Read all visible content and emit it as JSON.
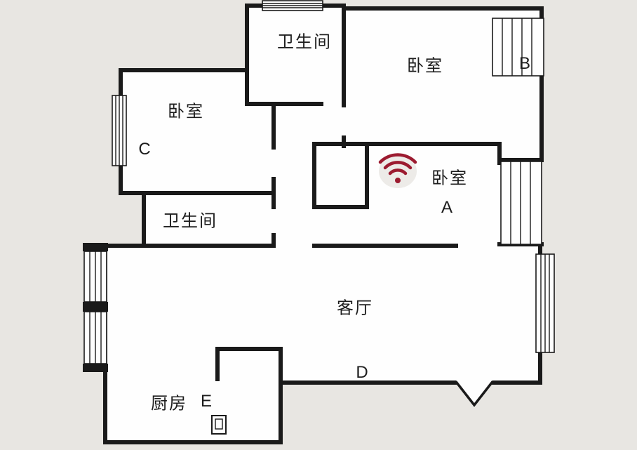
{
  "colors": {
    "background": "#e8e6e2",
    "wall": "#1a1a1a",
    "floor": "#fefefe",
    "wifi": "#9c1b30",
    "text": "#1d1d1d"
  },
  "rooms": [
    {
      "id": "bathroom-top",
      "name": "卫生间",
      "letter": ""
    },
    {
      "id": "bedroom-b",
      "name": "卧室",
      "letter": "B"
    },
    {
      "id": "bedroom-c",
      "name": "卧室",
      "letter": "C"
    },
    {
      "id": "bedroom-a",
      "name": "卧室",
      "letter": "A"
    },
    {
      "id": "bathroom-mid",
      "name": "卫生间",
      "letter": ""
    },
    {
      "id": "living-room",
      "name": "客厅",
      "letter": "D"
    },
    {
      "id": "kitchen",
      "name": "厨房",
      "letter": "E"
    }
  ],
  "icons": {
    "wifi": {
      "name": "wifi-icon",
      "color": "#9c1b30"
    }
  }
}
